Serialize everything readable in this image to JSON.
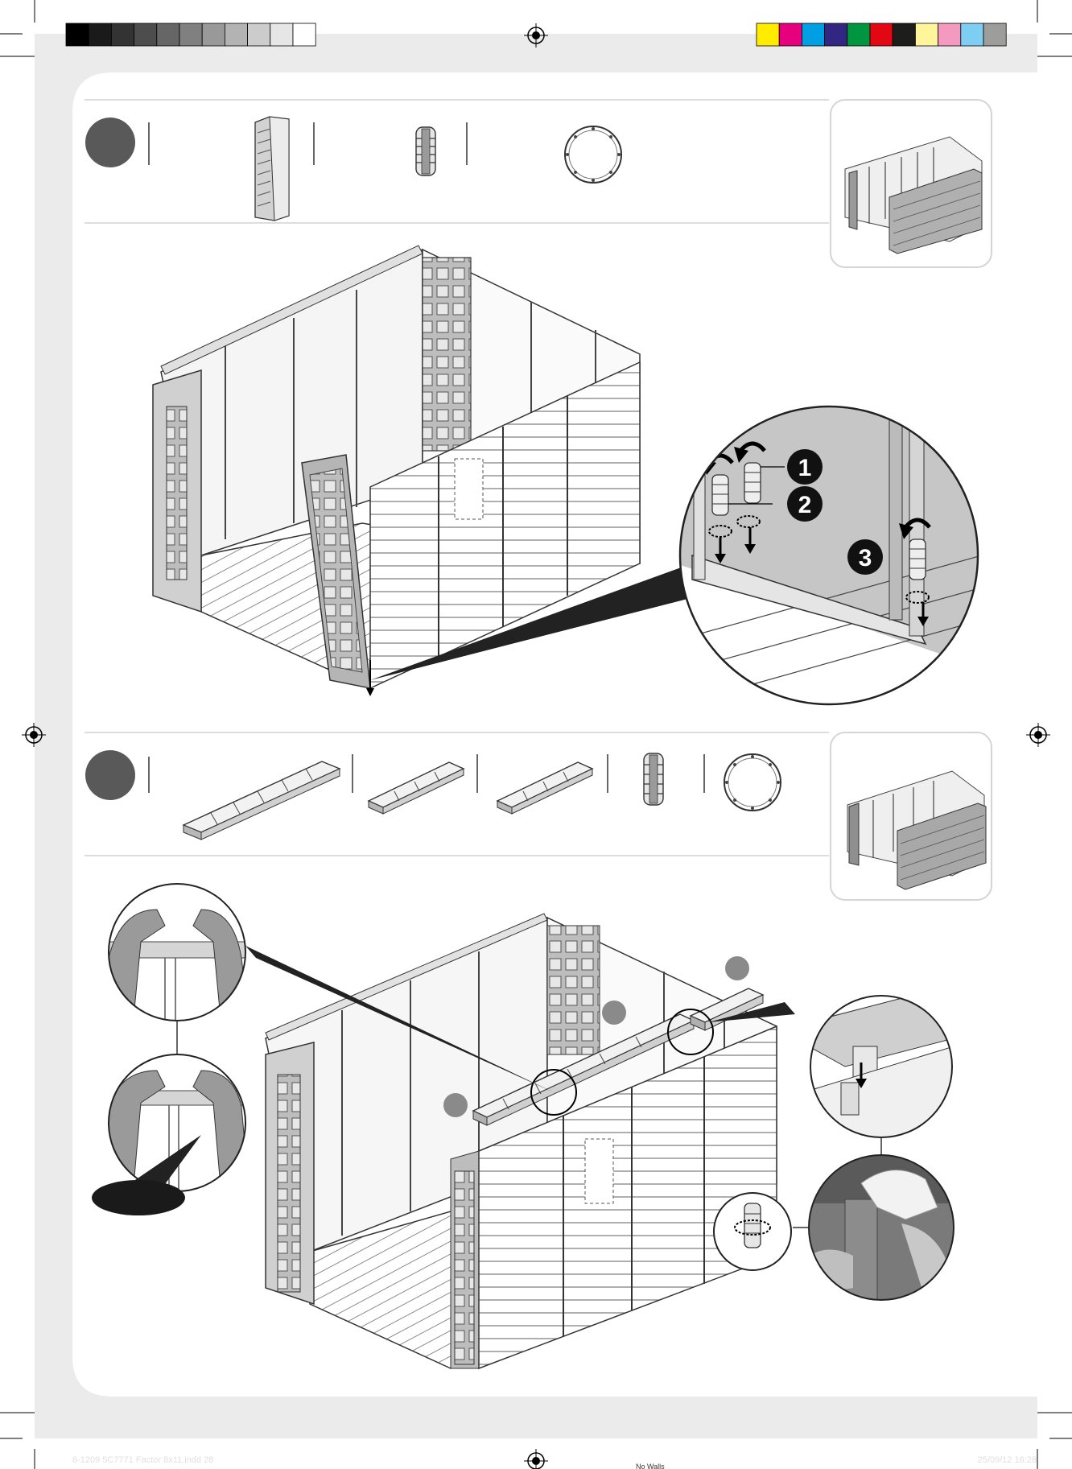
{
  "page": {
    "background": "#ffffff",
    "frame_color": "#ebebeb",
    "line_color": "#3a3a3a",
    "panel_gray": "#c8c8c8",
    "shadow_gray": "#9a9a9a"
  },
  "color_bar": {
    "grays": [
      "#000000",
      "#1a1a1a",
      "#333333",
      "#4d4d4d",
      "#666666",
      "#808080",
      "#999999",
      "#b3b3b3",
      "#cccccc",
      "#e6e6e6",
      "#ffffff"
    ],
    "colors": [
      "#ffec00",
      "#e6007e",
      "#009fe3",
      "#312783",
      "#009640",
      "#e30613",
      "#1d1d1b",
      "#fff59b",
      "#f49ac1",
      "#7ecef4",
      "#9d9d9c"
    ]
  },
  "step1": {
    "parts": [
      "wall-panel-icon",
      "connector-plug-icon",
      "washer-ring-icon"
    ],
    "callouts": [
      "1",
      "2",
      "3"
    ]
  },
  "step2": {
    "parts": [
      "long-roof-beam-icon",
      "short-roof-beam-icon",
      "short-roof-beam-icon",
      "connector-plug-icon",
      "washer-ring-icon"
    ]
  },
  "footer": {
    "left_text": "6-1209 5C7771 Factor 8x11.indd  28",
    "right_text": "25/09/12  16:28",
    "bottom_text": "No Walls"
  }
}
